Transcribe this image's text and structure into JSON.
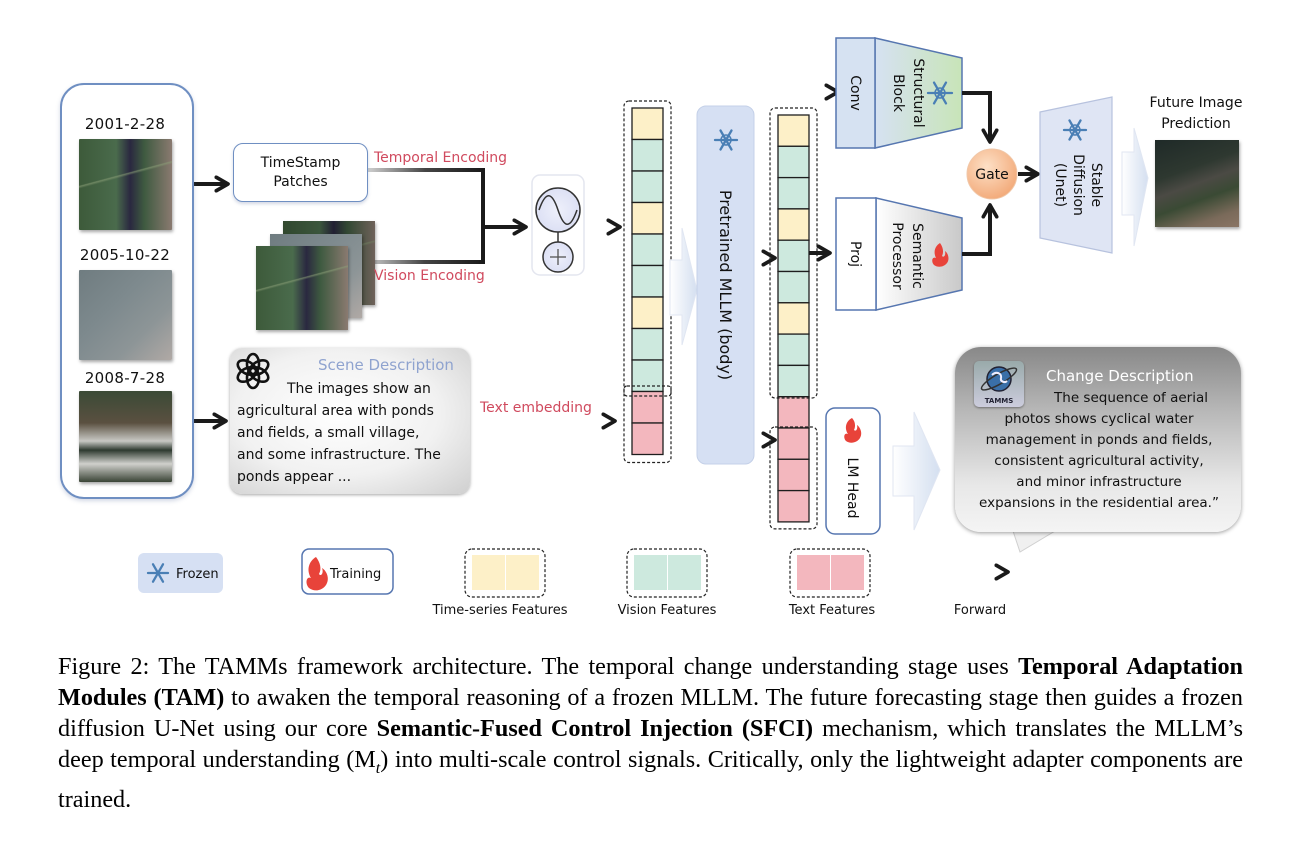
{
  "figure": {
    "inputs": {
      "dates": [
        "2001-2-28",
        "2005-10-22",
        "2008-7-28"
      ],
      "images": [
        "satellite-image-2001",
        "satellite-image-2005",
        "satellite-image-2008"
      ]
    },
    "timestamp_box": {
      "line1": "TimeStamp",
      "line2": "Patches"
    },
    "edge_labels": {
      "temporal_encoding": "Temporal Encoding",
      "vision_encoding": "Vision Encoding",
      "text_embedding": "Text embedding"
    },
    "scene_description": {
      "icon": "openai-logo-icon",
      "title": "Scene Description",
      "lines": [
        "The images show an",
        "agricultural area with ponds",
        "and fields, a small village,",
        "and some infrastructure. The",
        "ponds appear ..."
      ]
    },
    "fusion_icon": [
      "sine-wave-icon",
      "plus-circle-icon"
    ],
    "input_tokens": [
      "time",
      "vision",
      "vision",
      "time",
      "vision",
      "vision",
      "time",
      "vision",
      "vision",
      "text",
      "text"
    ],
    "mllm": {
      "label": "Pretrained MLLM (body)",
      "status_icon": "snowflake-icon"
    },
    "output_tokens": [
      "time",
      "vision",
      "vision",
      "time",
      "vision",
      "vision",
      "time",
      "vision",
      "vision",
      "text",
      "text",
      "text",
      "text"
    ],
    "conv": {
      "label": "Conv"
    },
    "structural_block": {
      "line1": "Structural",
      "line2": "Block",
      "status_icon": "snowflake-icon"
    },
    "proj": {
      "label": "Proj"
    },
    "semantic_processor": {
      "line1": "Semantic",
      "line2": "Processor",
      "status_icon": "flame-icon"
    },
    "gate": {
      "label": "Gate"
    },
    "stable_diffusion": {
      "line1": "Stable",
      "line2": "Diffusion",
      "line3": "(Unet)",
      "status_icon": "snowflake-icon"
    },
    "future": {
      "line1": "Future Image",
      "line2": "Prediction"
    },
    "lm_head": {
      "label": "LM Head",
      "status_icon": "flame-icon"
    },
    "change_description": {
      "logo_text": "TAMMS",
      "title": "Change Description",
      "lines": [
        "The sequence of aerial",
        "photos shows cyclical water",
        "management in ponds and fields,",
        "consistent agricultural activity,",
        "and minor infrastructure",
        "expansions in the residential area.”"
      ]
    },
    "legend": {
      "frozen": "Frozen",
      "training": "Training",
      "time_series": "Time-series Features",
      "vision": "Vision Features",
      "text": "Text Features",
      "forward": "Forward"
    },
    "colors": {
      "time": "#fdf0c8",
      "vision": "#cde9de",
      "text": "#f3b7be",
      "frame_blue": "#6f8fc2",
      "mllm_fill": "#d6e0f3",
      "label_pink": "#d04a5e",
      "scene_title": "#8fa3cf",
      "gate": "#f6b98c",
      "flame": "#e8433a",
      "snowflake": "#4a7fb5"
    }
  },
  "caption": {
    "prefix": "Figure 2: The TAMMs framework architecture.  The temporal change understanding stage uses ",
    "bold1": "Temporal Adaptation Modules (TAM)",
    "mid1": " to awaken the temporal reasoning of a frozen MLLM. The future forecasting stage then guides a frozen diffusion U-Net using our core ",
    "bold2": "Semantic-Fused Control Injection (SFCI)",
    "mid2": " mechanism, which translates the MLLM’s deep temporal understanding (M",
    "subscript": "t",
    "suffix": ") into multi-scale control signals. Critically, only the lightweight adapter components are trained."
  }
}
